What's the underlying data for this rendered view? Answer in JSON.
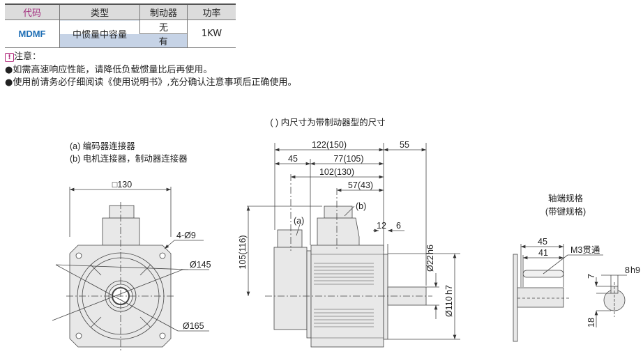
{
  "table": {
    "headers": [
      "代码",
      "类型",
      "制动器",
      "功率"
    ],
    "code": "MDMF",
    "type": "中惯量中容量",
    "brake_options": [
      "无",
      "有"
    ],
    "power": "1KW"
  },
  "notes": {
    "title": "注意：",
    "items": [
      "●如需高速响应性能，请降低负载惯量比后再使用。",
      "●使用前请务必仔细阅读《使用说明书》,充分确认注意事项后正确使用。"
    ]
  },
  "drawing": {
    "caption": "( ) 内尺寸为带制动器型的尺寸",
    "legend": [
      "(a) 编码器连接器",
      "(b) 电机连接器，制动器连接器"
    ],
    "front": {
      "square": "□130",
      "holes": "4-Ø9",
      "pcd": "Ø145",
      "outer": "Ø165"
    },
    "side": {
      "d_total": "122(150)",
      "d_shaft": "55",
      "d_45": "45",
      "d_77": "77(105)",
      "d_102": "102(130)",
      "d_57": "57(43)",
      "d_12": "12",
      "d_6": "6",
      "d_height": "105(116)",
      "d_shaft_dia": "Ø22",
      "d_shaft_tol": "h6",
      "d_spigot": "Ø110",
      "d_spigot_tol": "h7",
      "label_a": "(a)",
      "label_b": "(b)"
    },
    "shaft_spec": {
      "title": "轴端规格",
      "subtitle": "(带键规格)",
      "d45": "45",
      "d41": "41",
      "tap": "M3贯通",
      "d7": "7",
      "d8": "8",
      "d8_tol": "h9",
      "d18": "18"
    }
  }
}
